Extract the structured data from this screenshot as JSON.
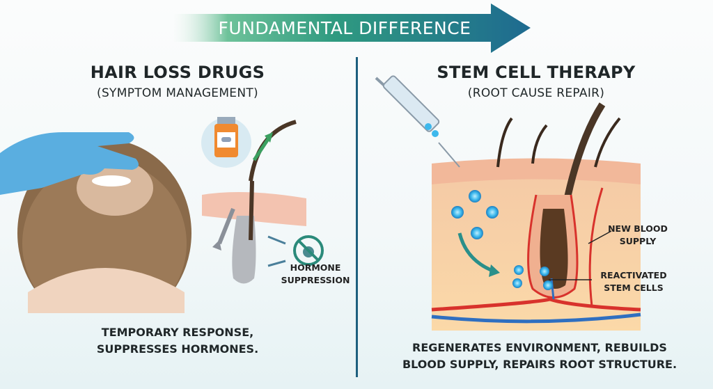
{
  "banner": {
    "text": "FUNDAMENTAL DIFFERENCE",
    "gradient": [
      "#f4faf7",
      "#3aa37d",
      "#1e6a90"
    ]
  },
  "left": {
    "title": "HAIR LOSS DRUGS",
    "subtitle": "(SYMPTOM MANAGEMENT)",
    "icon_label": [
      "HORMONE",
      "SUPPRESSION"
    ],
    "bottom": [
      "TEMPORARY RESPONSE,",
      "SUPPRESSES HORMONES."
    ]
  },
  "right": {
    "title": "STEM CELL THERAPY",
    "subtitle": "(ROOT CAUSE REPAIR)",
    "labels": {
      "blood": [
        "NEW BLOOD",
        "SUPPLY"
      ],
      "stem": [
        "REACTIVATED",
        "STEM CELLS"
      ]
    },
    "bottom": [
      "REGENERATES ENVIRONMENT, REBUILDS",
      "BLOOD SUPPLY, REPAIRS ROOT STRUCTURE."
    ]
  },
  "colors": {
    "divider": "#1d5f7e",
    "glove": "#5aaee0",
    "hair": "#7a5a3c",
    "skin": "#f7c9a8",
    "vessel": "#d8322c",
    "vein": "#2f6fc0",
    "cell": "#3db8ec"
  }
}
